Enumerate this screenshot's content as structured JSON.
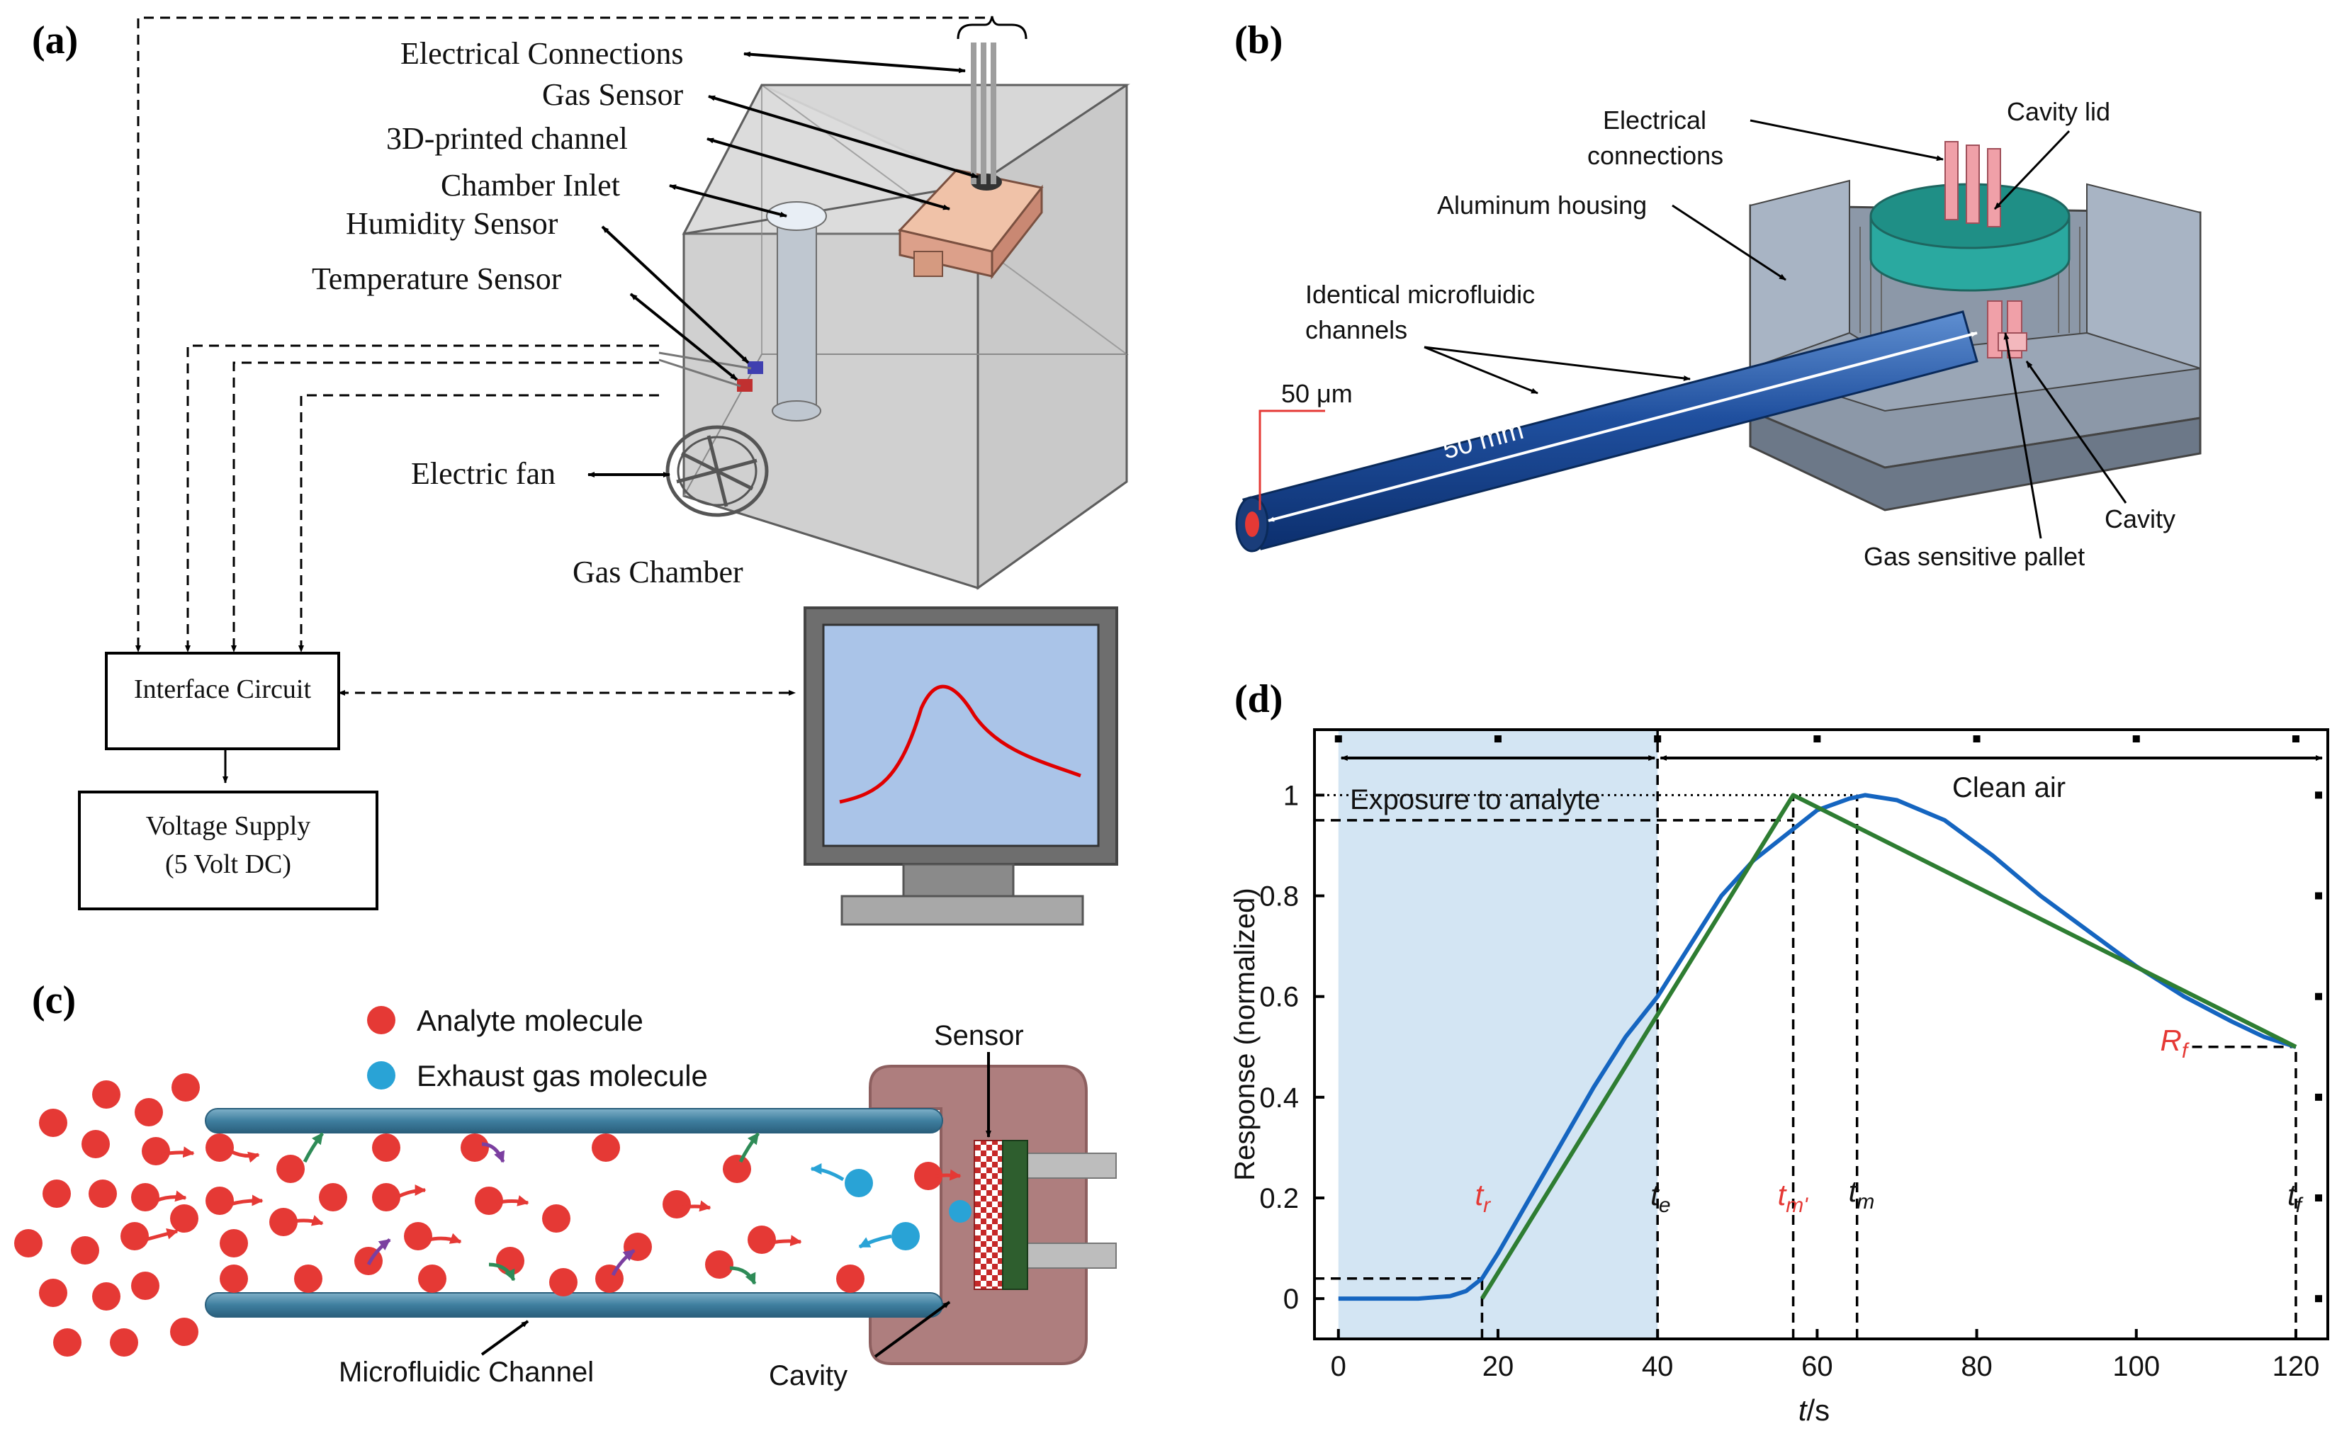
{
  "panels": {
    "a": {
      "label": "(a)",
      "callouts": [
        "Electrical Connections",
        "Gas Sensor",
        "3D-printed channel",
        "Chamber Inlet",
        "Humidity Sensor",
        "Temperature Sensor",
        "Electric fan"
      ],
      "chamber_label": "Gas Chamber",
      "interface_circuit": "Interface Circuit",
      "voltage_supply": [
        "Voltage Supply",
        "(5 Volt DC)"
      ]
    },
    "b": {
      "label": "(b)",
      "callouts": {
        "electrical": [
          "Electrical",
          "connections"
        ],
        "lid": "Cavity lid",
        "housing": "Aluminum housing",
        "channels": [
          "Identical microfluidic",
          "channels"
        ],
        "width": "50 μm",
        "length": "50 mm",
        "cavity": "Cavity",
        "pallet": "Gas sensitive pallet"
      }
    },
    "c": {
      "label": "(c)",
      "legend_analyte": "Analyte molecule",
      "legend_exhaust": "Exhaust gas molecule",
      "sensor": "Sensor",
      "channel": "Microfluidic Channel",
      "cavity": "Cavity"
    },
    "d": {
      "label": "(d)",
      "exposure": "Exposure to analyte",
      "clean_air": "Clean air",
      "ylabel": "Response (normalized)",
      "xlabel_italic": "t",
      "xlabel_rest": "/s",
      "markers": {
        "tr": "r",
        "te": "e",
        "tm_prime": "m'",
        "tm": "m",
        "tf": "f",
        "rf": "f"
      },
      "marker_base_t": "t",
      "marker_base_r": "R"
    }
  },
  "chart_data": {
    "type": "line",
    "xlabel": "t/s",
    "ylabel": "Response (normalized)",
    "xlim": [
      -3,
      124
    ],
    "ylim": [
      -0.08,
      1.13
    ],
    "xticks": [
      0,
      20,
      40,
      60,
      80,
      100,
      120
    ],
    "yticks": [
      0,
      0.2,
      0.4,
      0.6,
      0.8,
      1
    ],
    "xtick_labels": [
      "0",
      "20",
      "40",
      "60",
      "80",
      "100",
      "120"
    ],
    "ytick_labels": [
      "0",
      "0.2",
      "0.4",
      "0.6",
      "0.8",
      "1"
    ],
    "shaded_region": [
      0,
      40
    ],
    "series": [
      {
        "color": "#1565c0",
        "x": [
          0,
          10,
          14,
          16,
          18,
          20,
          24,
          28,
          32,
          36,
          40,
          44,
          48,
          52,
          56,
          60,
          64,
          66,
          70,
          76,
          82,
          88,
          94,
          100,
          106,
          112,
          116,
          120
        ],
        "y": [
          0,
          0,
          0.005,
          0.015,
          0.04,
          0.09,
          0.2,
          0.31,
          0.42,
          0.52,
          0.6,
          0.7,
          0.8,
          0.87,
          0.92,
          0.97,
          0.993,
          1,
          0.99,
          0.95,
          0.88,
          0.8,
          0.73,
          0.66,
          0.6,
          0.55,
          0.52,
          0.5
        ]
      },
      {
        "color": "#2e7d32",
        "x": [
          18,
          57,
          120
        ],
        "y": [
          0,
          1,
          0.5
        ]
      }
    ],
    "reference_lines": {
      "tr": 18,
      "te": 40,
      "tm_prime": 57,
      "tm": 65,
      "tf": 120,
      "y_low": 0.04,
      "y_095": 0.95,
      "y_1": 1,
      "rf": 0.5
    }
  }
}
